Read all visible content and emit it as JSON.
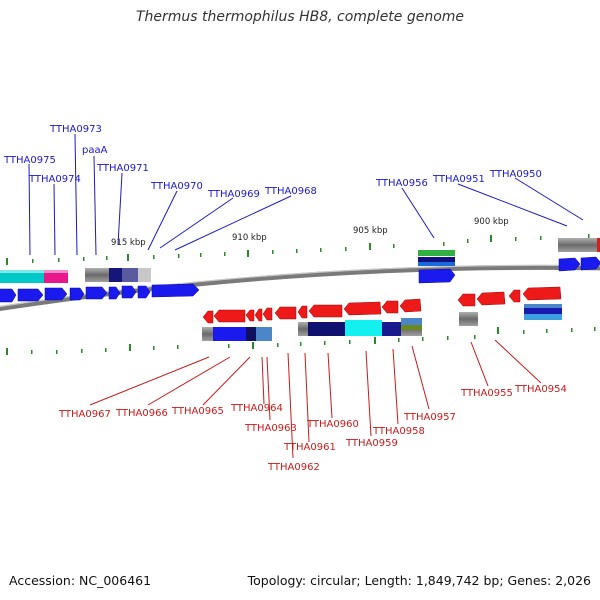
{
  "title": "Thermus thermophilus HB8, complete genome",
  "footer": {
    "accession": "Accession: NC_006461",
    "summary": "Topology: circular; Length: 1,849,742 bp; Genes: 2,026"
  },
  "scale_labels": [
    "915 kbp",
    "910 kbp",
    "905 kbp",
    "900 kbp"
  ],
  "colors": {
    "forward_gene": "#1a1aee",
    "reverse_gene": "#ee1a1a",
    "forward_label": "#1a1acc",
    "reverse_label": "#cc1a1a",
    "tick": "#2a8a2a",
    "backbone": "#888888"
  },
  "genes_forward": [
    "TTHA0975",
    "TTHA0974",
    "TTHA0973",
    "paaA",
    "TTHA0971",
    "TTHA0970",
    "TTHA0969",
    "TTHA0968",
    "TTHA0956",
    "TTHA0951",
    "TTHA0950"
  ],
  "genes_reverse": [
    "TTHA0967",
    "TTHA0966",
    "TTHA0965",
    "TTHA0964",
    "TTHA0963",
    "TTHA0962",
    "TTHA0961",
    "TTHA0960",
    "TTHA0959",
    "TTHA0958",
    "TTHA0957",
    "TTHA0955",
    "TTHA0954"
  ]
}
